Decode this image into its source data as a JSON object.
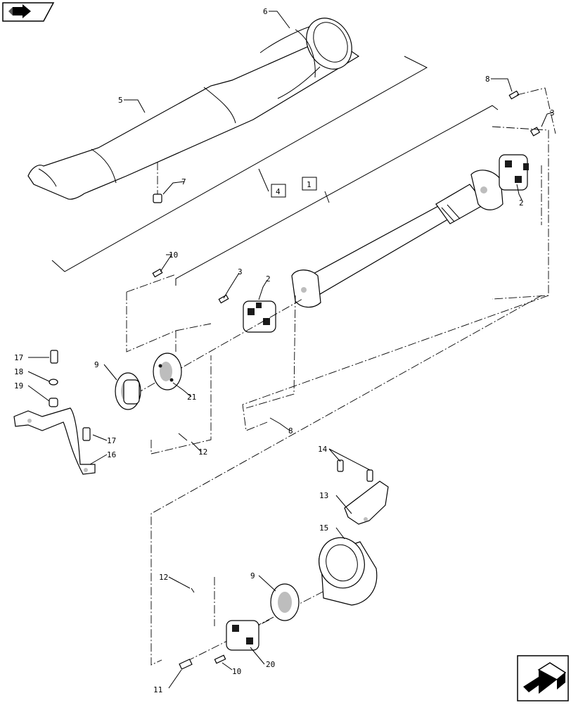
{
  "navigation": {
    "back_icon": "back-arrow-icon",
    "forward_icon": "forward-arrow-icon"
  },
  "callouts": {
    "c1": "1",
    "c2a": "2",
    "c2b": "2",
    "c3a": "3",
    "c3b": "3",
    "c4": "4",
    "c5": "5",
    "c6": "6",
    "c7": "7",
    "c8a": "8",
    "c8b": "8",
    "c9a": "9",
    "c9b": "9",
    "c10a": "10",
    "c10b": "10",
    "c11": "11",
    "c12a": "12",
    "c12b": "12",
    "c13": "13",
    "c14": "14",
    "c15": "15",
    "c16": "16",
    "c17a": "17",
    "c17b": "17",
    "c18": "18",
    "c19": "19",
    "c20": "20",
    "c21": "21"
  }
}
